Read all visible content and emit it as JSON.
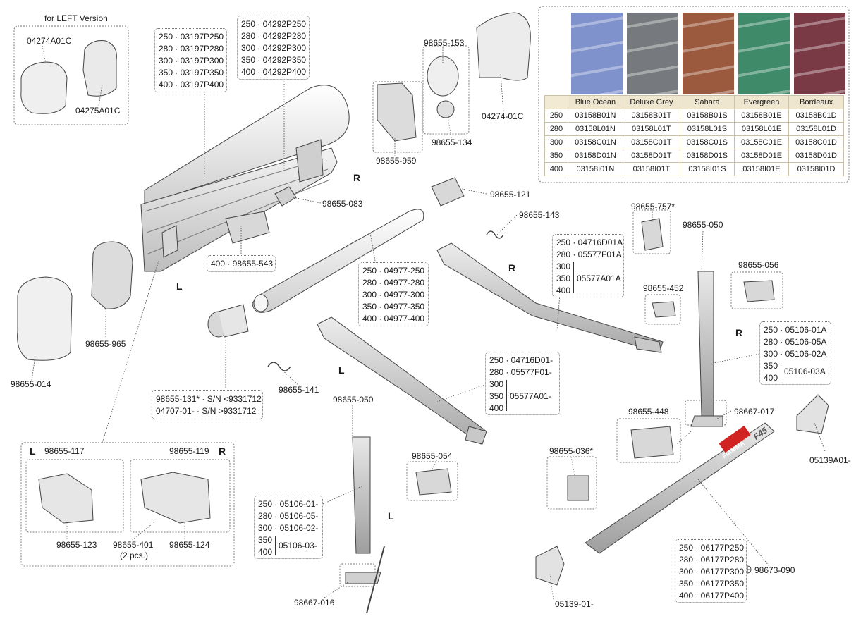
{
  "colors": {
    "ink": "#333333",
    "box_border": "#777777",
    "table_header": "#efe6cf",
    "table_border": "#c9c0a8",
    "profile": "#dcdcdc",
    "fabric": "#f2f2f2"
  },
  "labels": {
    "left_version_title": "for LEFT Version",
    "p04274A01C": "04274A01C",
    "p04275A01C": "04275A01C",
    "p98655_153": "98655-153",
    "p98655_134": "98655-134",
    "p04274_01C": "04274-01C",
    "p98655_959": "98655-959",
    "p98655_083": "98655-083",
    "p98655_121": "98655-121",
    "p98655_143": "98655-143",
    "p98655_965": "98655-965",
    "p98655_014": "98655-014",
    "p98655_141": "98655-141",
    "p98655_757": "98655-757*",
    "p98655_050_r": "98655-050",
    "p98655_056": "98655-056",
    "p98655_452": "98655-452",
    "p98655_448": "98655-448",
    "p98667_017": "98667-017",
    "p05139A01": "05139A01-",
    "p98655_050_l": "98655-050",
    "p98655_054": "98655-054",
    "p98655_036": "98655-036*",
    "p98673_090": "98673-090",
    "p98667_016": "98667-016",
    "p05139_01": "05139-01-",
    "p98655_117": "98655-117",
    "p98655_119": "98655-119",
    "p98655_123": "98655-123",
    "p98655_401": "98655-401",
    "p98655_401_note": "(2 pcs.)",
    "p98655_124": "98655-124",
    "brand": "FIAMMA",
    "model": "F45"
  },
  "side_letters": {
    "L": "L",
    "R": "R"
  },
  "boxes": {
    "b03197": [
      "250 · 03197P250",
      "280 · 03197P280",
      "300 · 03197P300",
      "350 · 03197P350",
      "400 · 03197P400"
    ],
    "b04292": [
      "250 · 04292P250",
      "280 · 04292P280",
      "300 · 04292P300",
      "350 · 04292P350",
      "400 · 04292P400"
    ],
    "b543": [
      "400 · 98655-543"
    ],
    "b04977": [
      "250 · 04977-250",
      "280 · 04977-280",
      "300 · 04977-300",
      "350 · 04977-350",
      "400 · 04977-400"
    ],
    "b131": [
      "98655-131* · S/N <9331712",
      "04707-01- · S/N >9331712"
    ],
    "b04716R": {
      "r250": "250 · 04716D01A",
      "r280": "280 · 05577F01A",
      "s300": "300",
      "s350": "350",
      "s400": "400",
      "part": "05577A01A"
    },
    "b04716L": {
      "r250": "250 · 04716D01-",
      "r280": "280 · 05577F01-",
      "s300": "300",
      "s350": "350",
      "s400": "400",
      "part": "05577A01-"
    },
    "b05106R": {
      "r250": "250 · 05106-01A",
      "r280": "280 · 05106-05A",
      "r300": "300 · 05106-02A",
      "s350": "350",
      "s400": "400",
      "part": "05106-03A"
    },
    "b05106L": {
      "r250": "250 · 05106-01-",
      "r280": "280 · 05106-05-",
      "r300": "300 · 05106-02-",
      "s350": "350",
      "s400": "400",
      "part": "05106-03-"
    },
    "b06177": [
      "250 · 06177P250",
      "280 · 06177P280",
      "300 · 06177P300",
      "350 · 06177P350",
      "400 · 06177P400"
    ]
  },
  "fabric_table": {
    "headers": [
      "Blue Ocean",
      "Deluxe Grey",
      "Sahara",
      "Evergreen",
      "Bordeaux"
    ],
    "swatches": [
      "#7f92cc",
      "#76797d",
      "#9b5a3e",
      "#3f8a68",
      "#7a3a45"
    ],
    "rows": [
      {
        "size": "250",
        "cells": [
          "03158B01N",
          "03158B01T",
          "03158B01S",
          "03158B01E",
          "03158B01D"
        ]
      },
      {
        "size": "280",
        "cells": [
          "03158L01N",
          "03158L01T",
          "03158L01S",
          "03158L01E",
          "03158L01D"
        ]
      },
      {
        "size": "300",
        "cells": [
          "03158C01N",
          "03158C01T",
          "03158C01S",
          "03158C01E",
          "03158C01D"
        ]
      },
      {
        "size": "350",
        "cells": [
          "03158D01N",
          "03158D01T",
          "03158D01S",
          "03158D01E",
          "03158D01D"
        ]
      },
      {
        "size": "400",
        "cells": [
          "03158I01N",
          "03158I01T",
          "03158I01S",
          "03158I01E",
          "03158I01D"
        ]
      }
    ]
  }
}
